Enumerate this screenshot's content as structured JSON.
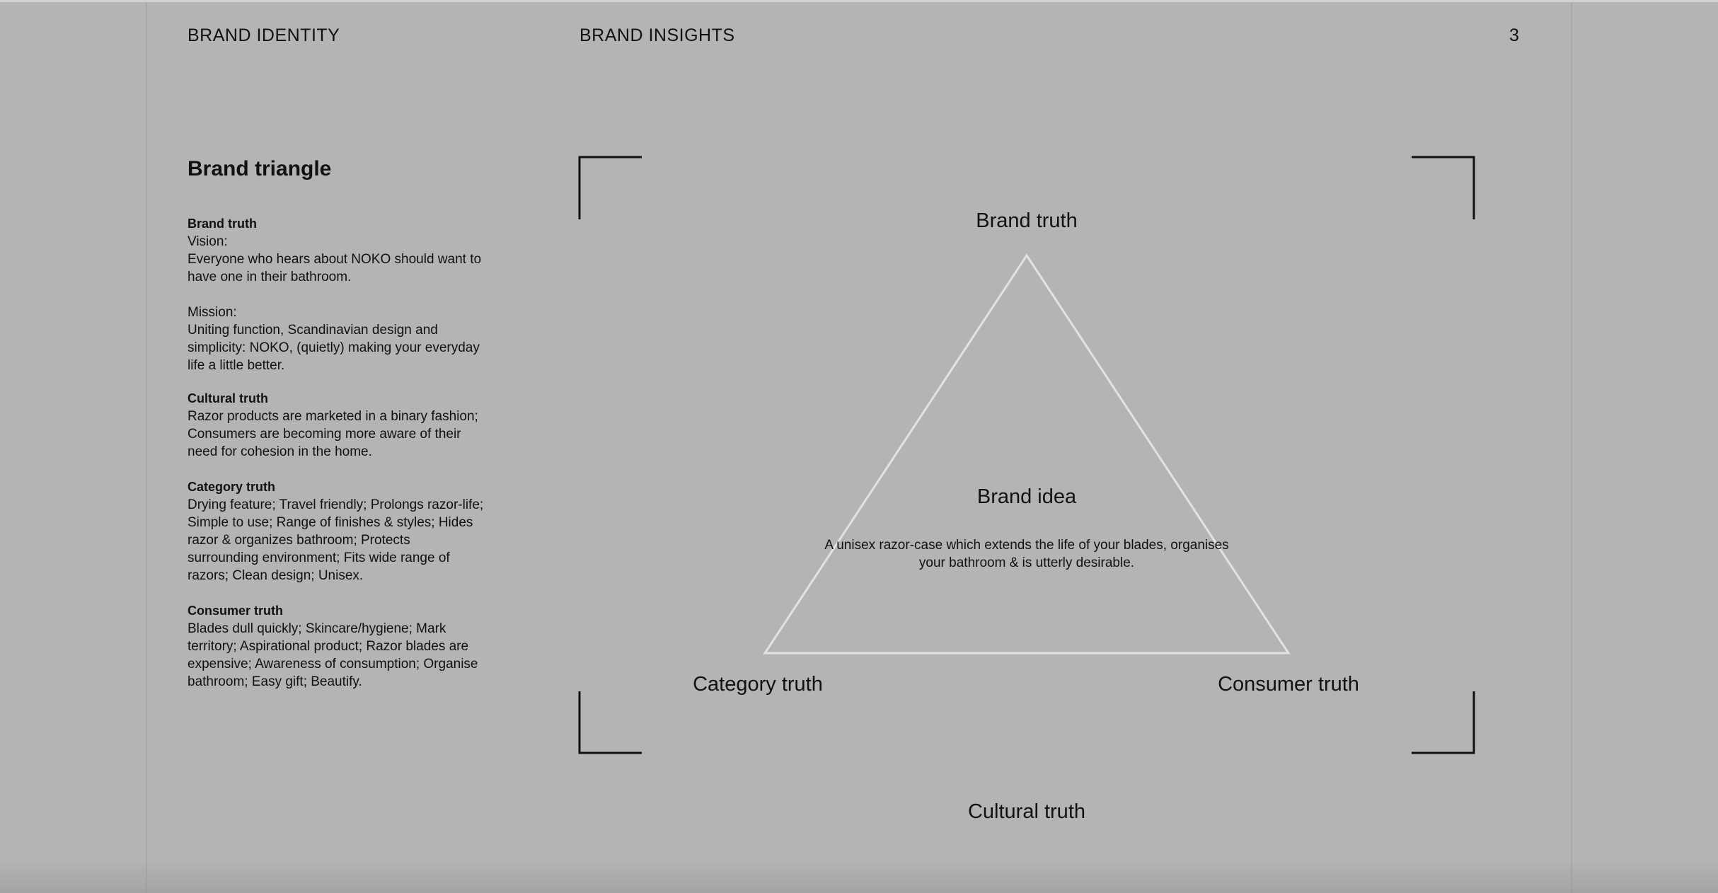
{
  "header": {
    "left": "BRAND IDENTITY",
    "middle": "BRAND INSIGHTS",
    "page_number": "3"
  },
  "sidebar": {
    "title": "Brand triangle",
    "sections": [
      {
        "heading": "Brand truth",
        "sub1": "Vision:",
        "body1": "Everyone who hears about NOKO should want to have one in their bathroom.",
        "sub2": "Mission:",
        "body2": "Uniting function, Scandinavian design and simplicity: NOKO, (quietly) making your everyday life a little better."
      },
      {
        "heading": "Cultural truth",
        "body": "Razor products are marketed in a binary fashion; Consumers are becoming more aware of their need for cohesion in the home."
      },
      {
        "heading": "Category truth",
        "body": "Drying feature; Travel friendly; Prolongs razor-life; Simple to use; Range of finishes & styles; Hides razor & organizes bathroom; Protects surrounding environment; Fits wide range of razors; Clean design; Unisex."
      },
      {
        "heading": "Consumer truth",
        "body": "Blades dull quickly; Skincare/hygiene; Mark territory; Aspirational product; Razor blades are expensive; Awareness of consumption; Organise bathroom; Easy gift; Beautify."
      }
    ]
  },
  "diagram": {
    "top_label": "Brand truth",
    "center_label": "Brand idea",
    "center_desc": "A unisex razor-case which extends the life of your blades, organises your bathroom & is utterly desirable.",
    "left_label": "Category truth",
    "right_label": "Consumer truth",
    "bottom_label": "Cultural truth",
    "triangle_color": "#e2e2e2",
    "frame_color": "#111111"
  }
}
